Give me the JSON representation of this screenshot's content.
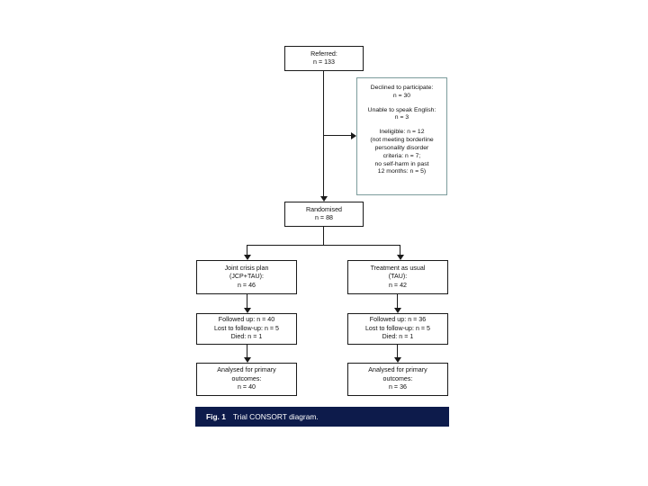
{
  "figure": {
    "caption_label": "Fig. 1",
    "caption_text": "Trial CONSORT diagram.",
    "caption_bar_color": "#0d1b4b",
    "box_border_color": "#1a1a1a",
    "excluded_box_border_color": "#7d9c9c",
    "background_color": "#ffffff"
  },
  "nodes": {
    "referred": {
      "line1": "Referred:",
      "line2": "n = 133"
    },
    "excluded": {
      "declined_line1": "Declined to participate:",
      "declined_line2": "n = 30",
      "english_line1": "Unable to speak English:",
      "english_line2": "n = 3",
      "ineligible_line1": "Ineligible: n = 12",
      "ineligible_line2": "(not meeting borderline",
      "ineligible_line3": "personality disorder",
      "ineligible_line4": "criteria: n = 7;",
      "ineligible_line5": "no self-harm in past",
      "ineligible_line6": "12 months: n = 5)"
    },
    "randomised": {
      "line1": "Randomised",
      "line2": "n = 88"
    },
    "arm_left": {
      "line1": "Joint crisis plan",
      "line2": "(JCP+TAU):",
      "line3": "n = 46"
    },
    "arm_right": {
      "line1": "Treatment as usual",
      "line2": "(TAU):",
      "line3": "n = 42"
    },
    "follow_left": {
      "line1": "Followed up: n = 40",
      "line2": "Lost to follow-up: n = 5",
      "line3": "Died: n = 1"
    },
    "follow_right": {
      "line1": "Followed up: n = 36",
      "line2": "Lost to follow-up: n = 5",
      "line3": "Died: n = 1"
    },
    "analysed_left": {
      "line1": "Analysed for primary",
      "line2": "outcomes:",
      "line3": "n = 40"
    },
    "analysed_right": {
      "line1": "Analysed for primary",
      "line2": "outcomes:",
      "line3": "n = 36"
    }
  },
  "chart_data": {
    "type": "flowchart",
    "title": "Trial CONSORT diagram",
    "stages": [
      {
        "name": "Referred",
        "n": 133
      },
      {
        "name": "Excluded: declined to participate",
        "n": 30
      },
      {
        "name": "Excluded: unable to speak English",
        "n": 3
      },
      {
        "name": "Excluded: ineligible",
        "n": 12
      },
      {
        "name": "Excluded: not meeting borderline personality disorder criteria",
        "n": 7
      },
      {
        "name": "Excluded: no self-harm in past 12 months",
        "n": 5
      },
      {
        "name": "Randomised",
        "n": 88
      },
      {
        "name": "Joint crisis plan (JCP+TAU) allocated",
        "n": 46
      },
      {
        "name": "Treatment as usual (TAU) allocated",
        "n": 42
      },
      {
        "name": "JCP+TAU followed up",
        "n": 40
      },
      {
        "name": "JCP+TAU lost to follow-up",
        "n": 5
      },
      {
        "name": "JCP+TAU died",
        "n": 1
      },
      {
        "name": "TAU followed up",
        "n": 36
      },
      {
        "name": "TAU lost to follow-up",
        "n": 5
      },
      {
        "name": "TAU died",
        "n": 1
      },
      {
        "name": "JCP+TAU analysed for primary outcomes",
        "n": 40
      },
      {
        "name": "TAU analysed for primary outcomes",
        "n": 36
      }
    ]
  }
}
